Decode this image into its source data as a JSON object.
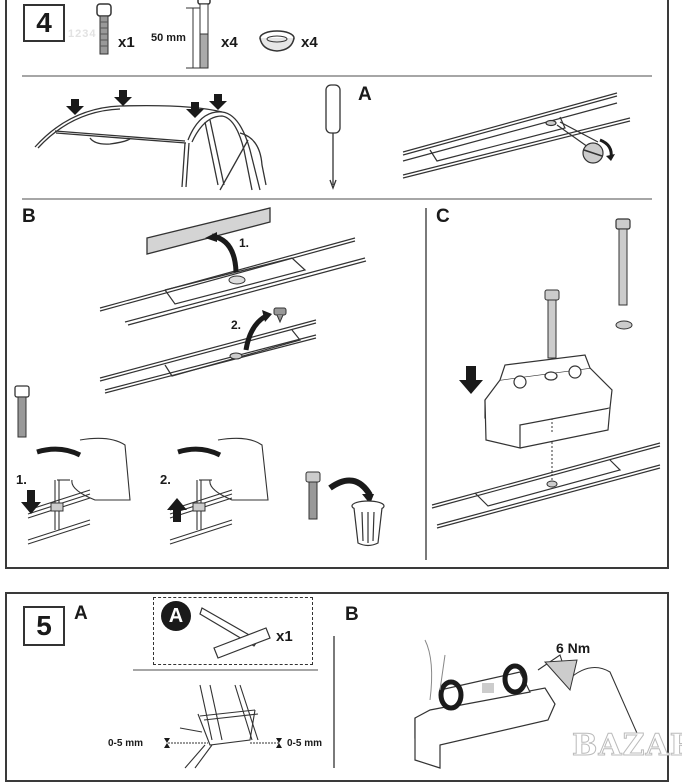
{
  "step4": {
    "number": "4",
    "number_ghost": "1234",
    "parts": [
      {
        "name": "short-bolt",
        "qty": "x1"
      },
      {
        "name": "long-bolt",
        "length": "50 mm",
        "qty": "x4"
      },
      {
        "name": "cup-washer",
        "qty": "x4"
      }
    ],
    "section_a": {
      "label": "A"
    },
    "section_b": {
      "label": "B",
      "steps": [
        "1.",
        "2."
      ],
      "bolt_steps": [
        "1.",
        "2."
      ]
    },
    "section_c": {
      "label": "C"
    }
  },
  "step5": {
    "number": "5",
    "section_a": {
      "label": "A",
      "tool_badge": "A",
      "tool_qty": "x1",
      "gap_left": "0-5 mm",
      "gap_right": "0-5 mm"
    },
    "section_b": {
      "label": "B",
      "torque": "6 Nm"
    }
  },
  "watermark": "BAZAR",
  "colors": {
    "ink": "#1a1a1a",
    "border": "#3a3a3a",
    "fill_grey": "#d4d4d4",
    "rule": "#888888"
  }
}
